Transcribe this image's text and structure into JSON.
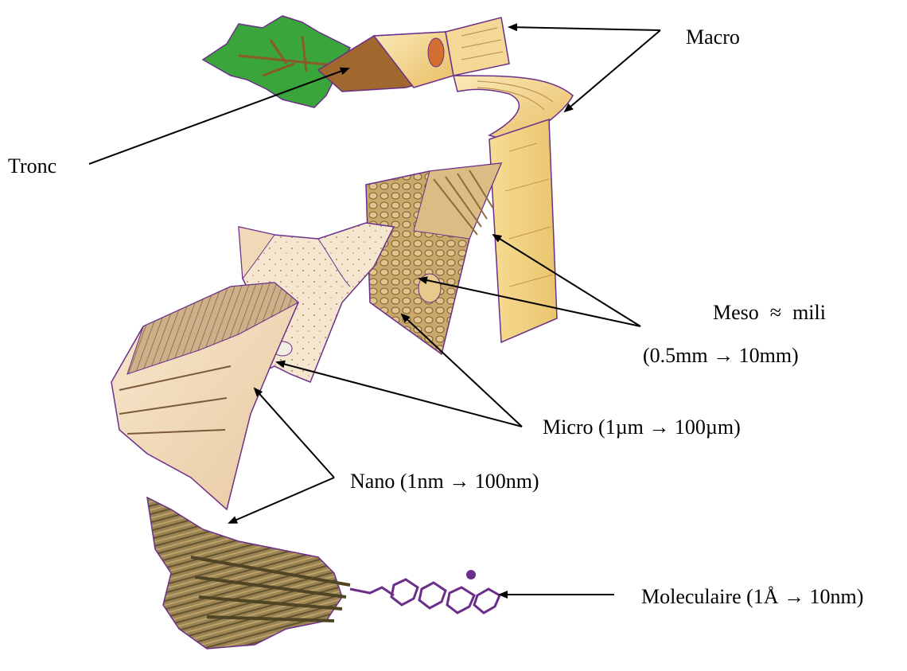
{
  "labels": {
    "macro": "Macro",
    "tronc": "Tronc",
    "meso": "Meso",
    "meso_approx": "≈",
    "meso_unit": "mili",
    "meso_range": "(0.5mm → 10mm)",
    "micro": "Micro (1µm → 100µm)",
    "nano": "Nano (1nm → 100nm)",
    "moleculaire": "Moleculaire (1Å → 10nm)"
  },
  "colors": {
    "leaf": "#3aa53a",
    "wood_light": "#f6dfa0",
    "wood_mid": "#e9c26a",
    "wood_dark": "#8a5a2b",
    "bark": "#a0682e",
    "outline": "#6b2f8a",
    "arrow": "#000000"
  }
}
